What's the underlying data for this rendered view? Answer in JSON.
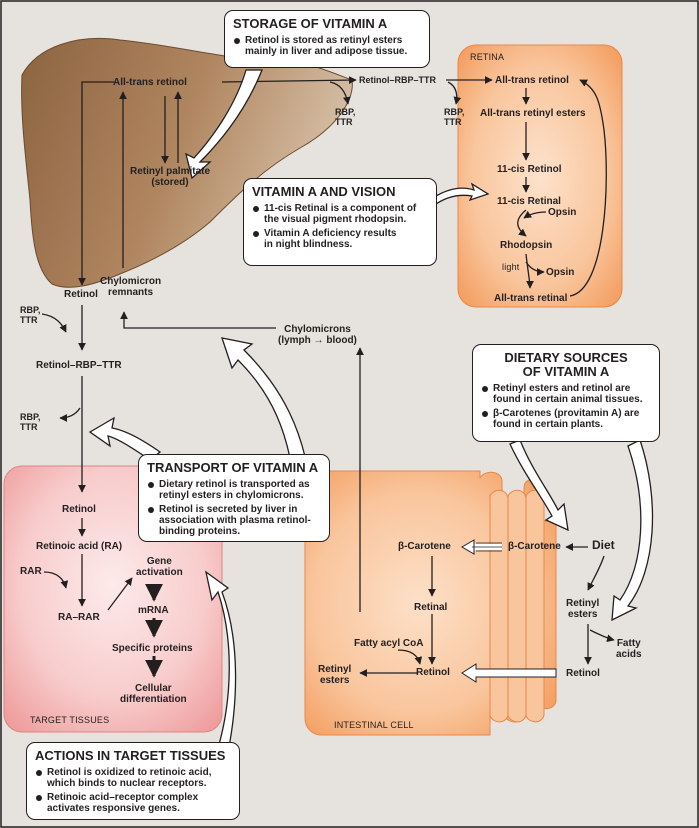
{
  "liver": {
    "all_trans_retinol": "All-trans retinol",
    "retinyl_palmitate": "Retinyl palmitate\n(stored)",
    "retinol": "Retinol",
    "chylomicron_remnants": "Chylomicron\nremnants"
  },
  "circulation": {
    "retinol_rbp_ttr_top": "Retinol–RBP–TTR",
    "rbp_ttr_a": "RBP,\nTTR",
    "rbp_ttr_b": "RBP,\nTTR",
    "rbp_ttr_c": "RBP,\nTTR",
    "rbp_ttr_d": "RBP,\nTTR",
    "retinol_rbp_ttr_left": "Retinol–RBP–TTR",
    "chylomicrons": "Chylomicrons\n(lymph → blood)"
  },
  "retina": {
    "label": "RETINA",
    "steps": [
      "All-trans retinol",
      "All-trans retinyl esters",
      "11-cis Retinol",
      "11-cis Retinal",
      "Rhodopsin",
      "All-trans retinal"
    ],
    "opsin_in": "Opsin",
    "opsin_out": "Opsin",
    "light": "light"
  },
  "target": {
    "label": "TARGET TISSUES",
    "retinol": "Retinol",
    "retinoic_acid": "Retinoic acid (RA)",
    "rar": "RAR",
    "ra_rar": "RA–RAR",
    "gene_activation": "Gene\nactivation",
    "mrna": "mRNA",
    "specific_proteins": "Specific proteins",
    "cellular_differentiation": "Cellular\ndifferentiation"
  },
  "intestine": {
    "label": "INTESTINAL CELL",
    "beta_carotene_in": "β-Carotene",
    "beta_carotene_out": "β-Carotene",
    "diet": "Diet",
    "retinal": "Retinal",
    "retinol": "Retinol",
    "fatty_acyl_coa": "Fatty acyl CoA",
    "retinyl_esters_in": "Retinyl\nesters",
    "retinyl_esters_out": "Retinyl\nesters",
    "fatty_acids": "Fatty\nacids",
    "retinol_out": "Retinol"
  },
  "callouts": {
    "storage": {
      "title": "STORAGE OF VITAMIN A",
      "bullets": [
        "Retinol is stored as retinyl esters\nmainly in liver and adipose tissue."
      ]
    },
    "vision": {
      "title": "VITAMIN A AND VISION",
      "bullets": [
        "11-cis Retinal is a component of\nthe visual pigment rhodopsin.",
        "Vitamin A deficiency results\nin night blindness."
      ]
    },
    "dietary": {
      "title": "DIETARY SOURCES\nOF VITAMIN A",
      "bullets": [
        "Retinyl esters and retinol are\nfound in certain animal tissues.",
        "β-Carotenes (provitamin A) are\nfound in certain plants."
      ]
    },
    "transport": {
      "title": "TRANSPORT OF VITAMIN A",
      "bullets": [
        "Dietary retinol is transported as\nretinyl esters in chylomicrons.",
        "Retinol is secreted by liver in\nassociation with plasma retinol-\nbinding proteins."
      ]
    },
    "actions": {
      "title": "ACTIONS IN TARGET TISSUES",
      "bullets": [
        "Retinol is oxidized to retinoic acid,\nwhich binds to nuclear receptors.",
        "Retinoic acid–receptor complex\nactivates responsive genes."
      ]
    }
  },
  "colors": {
    "background": "#e6e2de",
    "liver": "#a07a52",
    "retina": "#f5a66b",
    "intestine": "#f5a66b",
    "target": "#f2b5b5",
    "ink": "#231f20"
  }
}
